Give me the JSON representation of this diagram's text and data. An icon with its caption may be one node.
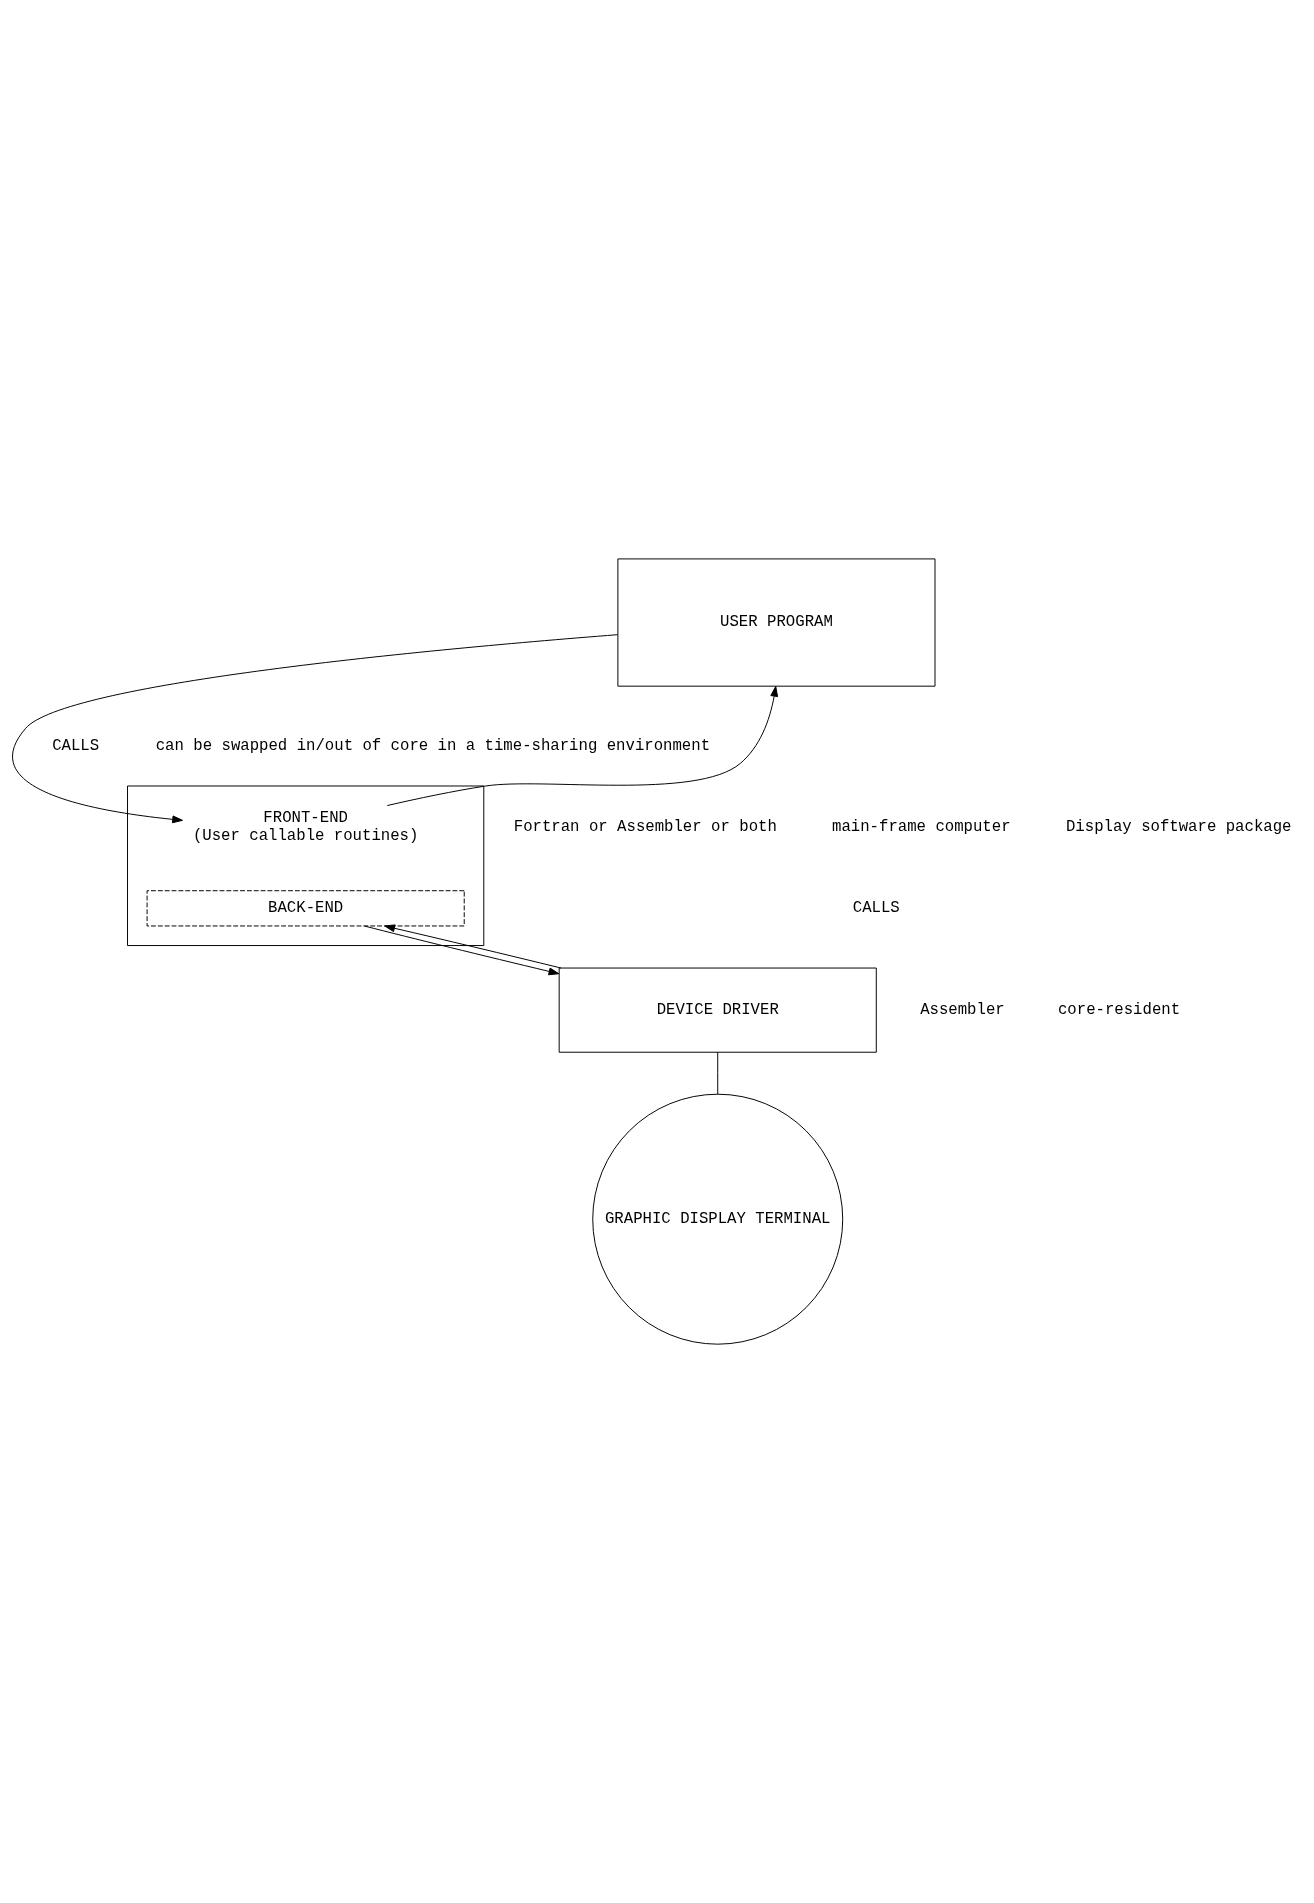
{
  "diagram": {
    "nodes": [
      {
        "text": [
          "USER PROGRAM"
        ]
      },
      {
        "text": [],
        "shape": "box"
      },
      {
        "text": [
          "FRONT-END",
          "(User callable routines)"
        ],
        "in": 1
      },
      {
        "text": [
          "BACK-END"
        ],
        "in": 1
      },
      {
        "text": [
          "DEVICE DRIVER"
        ]
      },
      {
        "text": [
          "GRAPHIC DISPLAY TERMINAL"
        ]
      }
    ],
    "edges": [
      {
        "from": 2,
        "to": 0,
        "arrow": "to"
      },
      {
        "from": 0,
        "to": 2,
        "arrow": "to"
      },
      {
        "from": 3,
        "to": 4,
        "arrow": "to"
      },
      {
        "from": 4,
        "to": 3,
        "arrow": "to"
      },
      {
        "from": 4,
        "to": 5,
        "arrow": "none"
      }
    ],
    "labels": [
      "CALLS",
      "can be swapped in/out of core in a time-sharing environment",
      "Fortran or Assembler or both",
      "main-frame computer",
      "Display software package",
      "CALLS",
      "Assembler",
      "core-resident"
    ]
  }
}
